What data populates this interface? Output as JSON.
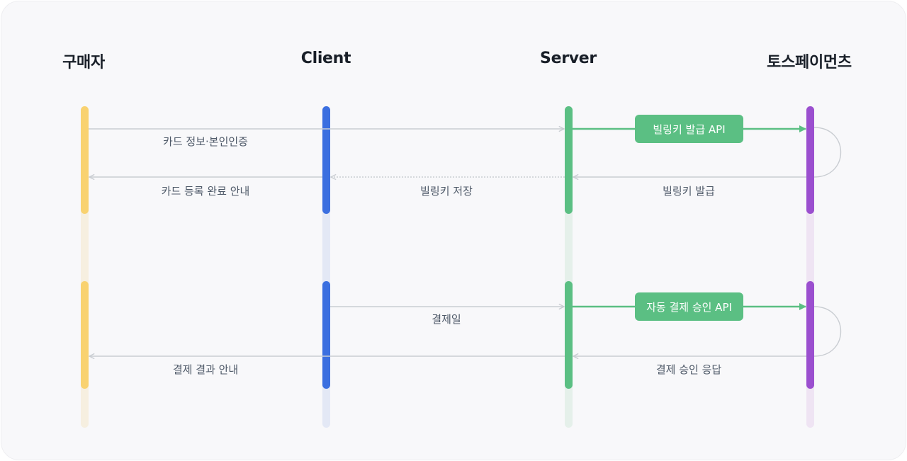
{
  "actors": {
    "buyer": "구매자",
    "client": "Client",
    "server": "Server",
    "toss": "토스페이먼츠"
  },
  "colors": {
    "buyer": "#f9d270",
    "client": "#3b6fe0",
    "server": "#5bbf83",
    "toss": "#9b4fcf",
    "arrow": "#c9cdd2",
    "label": "#4e5968"
  },
  "flows": {
    "card_registration": {
      "card_info": "카드 정보·본인인증",
      "billing_key_api": "빌링키 발급 API",
      "registration_notice": "카드 등록 완료 안내",
      "save_billing_key": "빌링키 저장",
      "billing_key_issued": "빌링키 발급"
    },
    "auto_payment": {
      "payment_day": "결제일",
      "auto_payment_api": "자동 결제 승인 API",
      "payment_result_notice": "결제 결과 안내",
      "approval_response": "결제 승인 응답"
    }
  }
}
